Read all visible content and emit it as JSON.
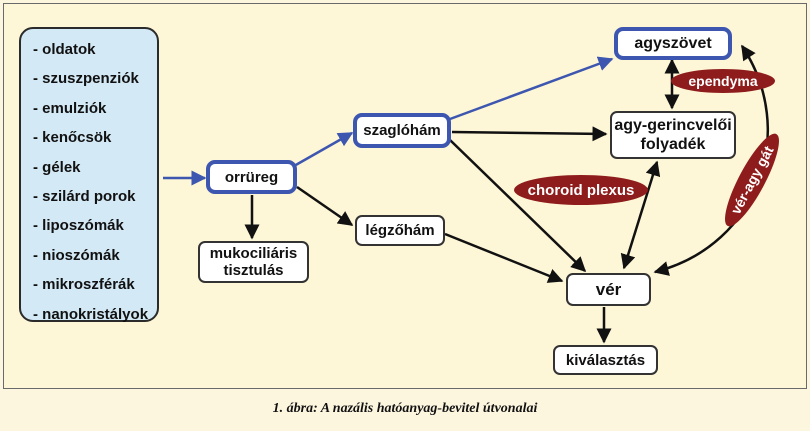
{
  "formulations": [
    "- oldatok",
    "- szuszpenziók",
    "- emulziók",
    "- kenőcsök",
    "- gélek",
    "- szilárd porok",
    "- liposzómák",
    "- nioszómák",
    "- mikroszférák",
    "- nanokristályok"
  ],
  "nodes": {
    "orrureg": "orrüreg",
    "szaglohám": "szaglóhám",
    "legzoham": "légzőhám",
    "mukociliaris_1": "mukociliáris",
    "mukociliaris_2": "tisztulás",
    "agyszovet": "agyszövet",
    "liquor_1": "agy-gerincvelői",
    "liquor_2": "folyadék",
    "ver": "vér",
    "kivalasztas": "kiválasztás"
  },
  "labels": {
    "ependyma": "ependyma",
    "choroid_plexus": "choroid plexus",
    "ver_agy_gat": "vér-agy gát"
  },
  "caption": "1. ábra: A nazális hatóanyag-bevitel útvonalai",
  "colors": {
    "background": "#fdf6d7",
    "list_fill": "#d3e9f6",
    "blue_accent": "#3d56b0",
    "barrier_red": "#8e1c1c"
  }
}
